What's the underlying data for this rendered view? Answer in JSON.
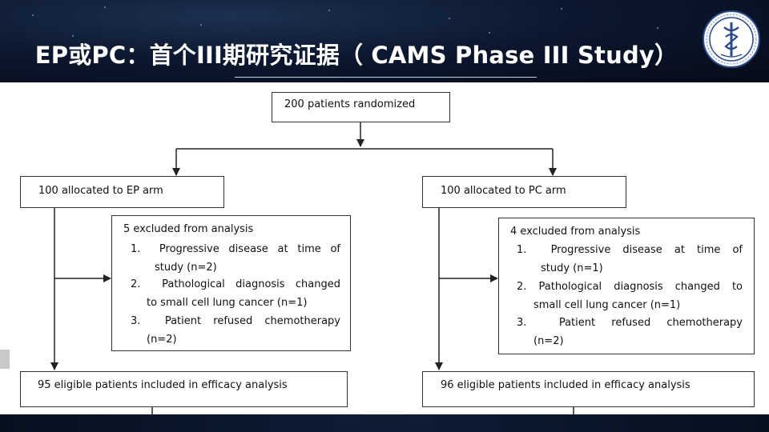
{
  "slide": {
    "title": "EP或PC：首个III期研究证据（ CAMS Phase III Study）"
  },
  "flowchart": {
    "root": "200 patients randomized",
    "ep_arm": {
      "allocated": "100 allocated to EP arm",
      "excluded_heading": "5 excluded from analysis",
      "exclusions": [
        {
          "num": "1.",
          "line1": "Progressive disease at time of",
          "line2": "study (n=2)"
        },
        {
          "num": "2.",
          "line1": "Pathological diagnosis changed",
          "line2": "to small cell lung cancer (n=1)"
        },
        {
          "num": "3.",
          "line1": "Patient refused chemotherapy",
          "line2": "(n=2)"
        }
      ],
      "eligible": "95 eligible patients included in efficacy analysis"
    },
    "pc_arm": {
      "allocated": "100 allocated to PC arm",
      "excluded_heading": "4 excluded from analysis",
      "exclusions": [
        {
          "num": "1.",
          "line1": "Progressive disease at time of",
          "line2": "study (n=1)"
        },
        {
          "num": "2.",
          "line1": "Pathological diagnosis changed to",
          "line2": "small cell lung cancer (n=1)"
        },
        {
          "num": "3.",
          "line1": "Patient refused chemotherapy",
          "line2": "(n=2)"
        }
      ],
      "eligible": "96 eligible patients included in efficacy analysis"
    }
  },
  "colors": {
    "header_bg": "#0c1830",
    "title_text": "#ffffff",
    "box_border": "#333333",
    "slide_bg": "#ffffff"
  }
}
